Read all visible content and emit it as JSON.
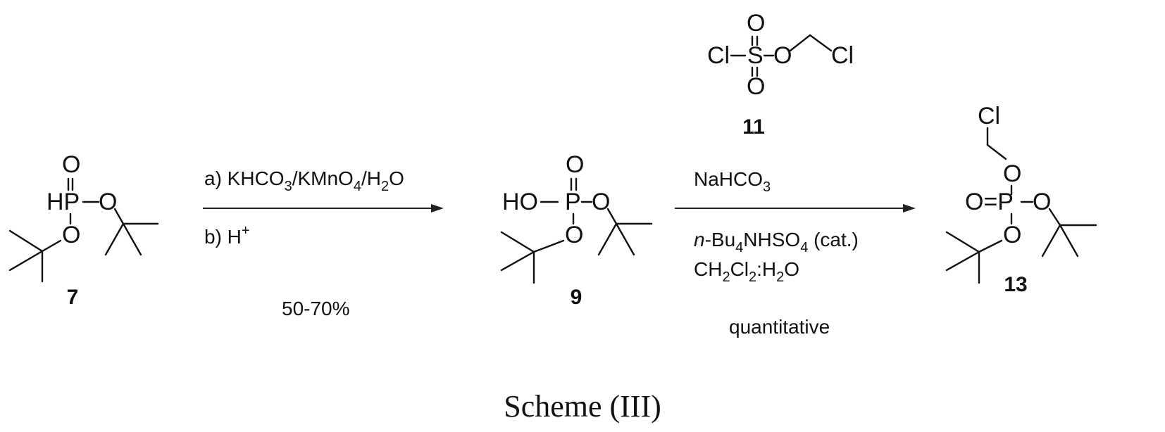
{
  "caption": "Scheme (III)",
  "compounds": {
    "c7": {
      "number": "7",
      "P_label": "HP",
      "O_top": "O",
      "O_right": "O",
      "O_bottom": "O"
    },
    "c9": {
      "number": "9",
      "HO_label": "HO",
      "P_label": "P",
      "O_top": "O",
      "O_right": "O",
      "O_bottom": "O"
    },
    "c11": {
      "number": "11",
      "Cl_left": "Cl",
      "S_label": "S",
      "O_top": "O",
      "O_bottom": "O",
      "O_right": "O",
      "Cl_right": "Cl"
    },
    "c13": {
      "number": "13",
      "Cl_top": "Cl",
      "O_top": "O",
      "O_left": "O=P",
      "O_right": "O",
      "O_bottom": "O"
    }
  },
  "step1": {
    "reagent_a_prefix": "a) KHCO",
    "reagent_a_sub1": "3",
    "reagent_a_mid1": "/KMnO",
    "reagent_a_sub2": "4",
    "reagent_a_mid2": "/H",
    "reagent_a_sub3": "2",
    "reagent_a_suffix": "O",
    "reagent_b": "b) H",
    "reagent_b_sup": "+",
    "yield": "50-70%"
  },
  "step2": {
    "reagent1_main": "NaHCO",
    "reagent1_sub": "3",
    "catalyst_italic": "n",
    "catalyst_main": "-Bu",
    "catalyst_sub1": "4",
    "catalyst_mid": "NHSO",
    "catalyst_sub2": "4",
    "catalyst_suffix": " (cat.)",
    "solvent_a": "CH",
    "solvent_sub1": "2",
    "solvent_b": "Cl",
    "solvent_sub2": "2",
    "solvent_c": ":H",
    "solvent_sub3": "2",
    "solvent_d": "O",
    "yield": "quantitative"
  }
}
